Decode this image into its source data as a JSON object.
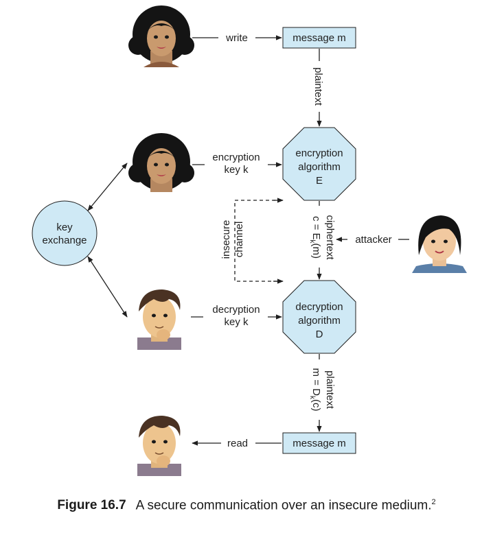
{
  "labels": {
    "write": "write",
    "read": "read",
    "message_top": "message m",
    "message_bottom": "message m",
    "plaintext_top": "plaintext",
    "enc_key_line1": "encryption",
    "enc_key_line2": "key k",
    "enc_alg_line1": "encryption",
    "enc_alg_line2": "algorithm",
    "enc_alg_line3": "E",
    "key_exchange_line1": "key",
    "key_exchange_line2": "exchange",
    "insecure_line1": "insecure",
    "insecure_line2": "channel",
    "ciphertext_line1": "ciphertext",
    "ciphertext_line2_pre": "c = E",
    "ciphertext_line2_sub": "k",
    "ciphertext_line2_post": "(m)",
    "attacker": "attacker",
    "dec_key_line1": "decryption",
    "dec_key_line2": "key k",
    "dec_alg_line1": "decryption",
    "dec_alg_line2": "algorithm",
    "dec_alg_line3": "D",
    "plaintext_bottom_line1": "plaintext",
    "plaintext_bottom_line2_pre": "m = D",
    "plaintext_bottom_line2_sub": "k",
    "plaintext_bottom_line2_post": "(c)"
  },
  "caption": {
    "number": "Figure 16.7",
    "text": "A secure communication over an insecure medium.",
    "footnote": "2"
  },
  "colors": {
    "shape_fill": "#cfe9f5",
    "stroke": "#1f1f1f",
    "skin": "#c99a6e",
    "dark_hair": "#141414",
    "brown_hair": "#4a3223"
  }
}
